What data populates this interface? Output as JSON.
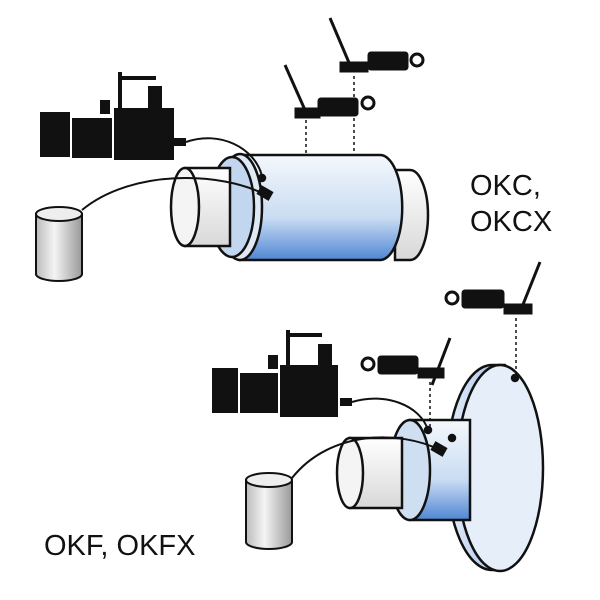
{
  "labels": {
    "top_line1": "OKC,",
    "top_line2": "OKCX",
    "bottom": "OKF, OKFX"
  },
  "colors": {
    "coupling_light": "#eef4fb",
    "coupling_dark": "#5d8fd6",
    "outline": "#111111",
    "drum": "#d9d9d9"
  }
}
